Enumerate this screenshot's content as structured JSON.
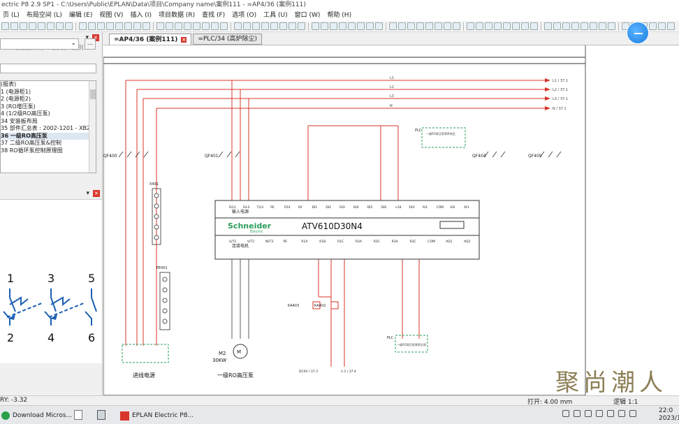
{
  "window": {
    "title": "ectric P8 2.9 SP1 - C:\\Users\\Public\\EPLAN\\Data\\项目\\Company name\\案例111 - =AP4/36 (案例111)"
  },
  "menu": [
    "页 (L)",
    "布局空间 (L)",
    "编辑 (E)",
    "视图 (V)",
    "插入 (I)",
    "项目数据 (R)",
    "查找 (F)",
    "选项 (O)",
    "工具 (U)",
    "窗口 (W)",
    "帮助 (H)"
  ],
  "left_panel": {
    "pin_icon": "pin-icon",
    "subtabs": [
      "2D 安装板布局...",
      "端子排 - 案例1..."
    ],
    "combo_button": "...",
    "tree_items": [
      "(报表)",
      "1 (电源柜1)",
      "2 (电源柜2)",
      "3 (RO增压泵)",
      "4 (1/2级RO高压泵)",
      "34 安装板布局",
      "35 部件汇总表 : 2002-1201 - XB2",
      "36 一级RO高压泵",
      "37 二级RO高压泵&控制",
      "38 RO循环泵控制原理图"
    ],
    "selected_index": 7
  },
  "doc_tabs": [
    {
      "label": "=AP4/36 (案例111)",
      "active": true
    },
    {
      "label": "=PLC/34 (高炉除尘)",
      "active": false
    }
  ],
  "schematic": {
    "lines": [
      "L1",
      "L2",
      "L3",
      "N"
    ],
    "line_labels_right": [
      "L1 / 37.1",
      "L2 / 37.1",
      "L3 / 37.1",
      "N / 37.1"
    ],
    "breakers": [
      "QF400",
      "QF401",
      "QF404",
      "QF405"
    ],
    "device_brand": "Schneider",
    "device_brand_sub": "Electric",
    "device_model": "ATV610D30N4",
    "input_label": "输入电源",
    "output_label": "连接电机",
    "top_terminals": [
      "R/L1",
      "S/L2",
      "T/L3",
      "PE",
      "P24",
      "0V",
      "DI1",
      "DI2",
      "DI3",
      "DI4",
      "DI5",
      "DI6",
      "+24",
      "10V",
      "AI1",
      "COM",
      "AI2",
      "AI3"
    ],
    "bottom_terminals": [
      "U/T1",
      "V/T2",
      "W/T3",
      "PE",
      "R1A",
      "R1B",
      "R1C",
      "R2A",
      "R2C",
      "R3A",
      "R3C",
      "COM",
      "AQ1",
      "AQ2"
    ],
    "motor_id": "M2",
    "motor_power": "30KW",
    "motor_caption": "一级RO高压泵",
    "incoming_caption": "进线电源",
    "relays": [
      "KA403",
      "KA402"
    ],
    "terminal_blocks": [
      "X401",
      "PE401"
    ],
    "box_labels": [
      "PLC",
      "PLC"
    ],
    "box_texts": [
      "一级RO高压泵频率给定",
      "一级RO高压泵频率反馈"
    ],
    "bottom_refs": [
      "DC0V / 37.3",
      "1-1 / 37.4"
    ]
  },
  "status": {
    "coords": "RY: -3.32",
    "open_label": "打开: 4.00 mm",
    "logic_label": "逻辑 1:1"
  },
  "taskbar": {
    "apps": [
      "Download Micros...",
      "EPLAN Electric P8..."
    ],
    "clock_time": "22:0",
    "clock_date": "2023/11"
  },
  "watermark": "聚尚潮人",
  "colors": {
    "accent_blue": "#1a7ee0",
    "wire_red": "#d9352a",
    "close_red": "#d9352a"
  }
}
